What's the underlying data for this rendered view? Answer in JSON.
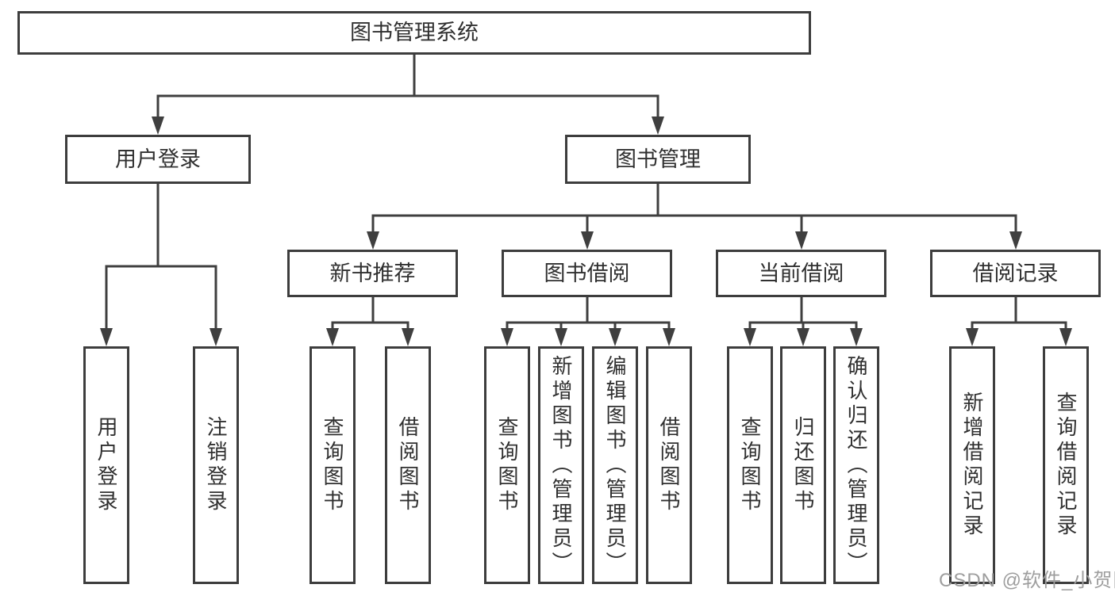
{
  "colors": {
    "line": "#3f3f3f",
    "border": "#3d3d3d",
    "text": "#303030",
    "watermark": "#9e9e9e",
    "background": "#ffffff"
  },
  "diagram": {
    "type": "hierarchy-tree",
    "root": {
      "label": "图书管理系统"
    },
    "branches": [
      {
        "label": "用户登录",
        "children": [
          {
            "label": "用户登录"
          },
          {
            "label": "注销登录"
          }
        ]
      },
      {
        "label": "图书管理",
        "children": [
          {
            "label": "新书推荐",
            "children": [
              {
                "label": "查询图书"
              },
              {
                "label": "借阅图书"
              }
            ]
          },
          {
            "label": "图书借阅",
            "children": [
              {
                "label": "查询图书"
              },
              {
                "label": "新增图书（管理员）"
              },
              {
                "label": "编辑图书（管理员）"
              },
              {
                "label": "借阅图书"
              }
            ]
          },
          {
            "label": "当前借阅",
            "children": [
              {
                "label": "查询图书"
              },
              {
                "label": "归还图书"
              },
              {
                "label": "确认归还（管理员）"
              }
            ]
          },
          {
            "label": "借阅记录",
            "children": [
              {
                "label": "新增借阅记录"
              },
              {
                "label": "查询借阅记录"
              }
            ]
          }
        ]
      }
    ]
  },
  "watermark": {
    "text": "CSDN @软件_小贺同学"
  }
}
